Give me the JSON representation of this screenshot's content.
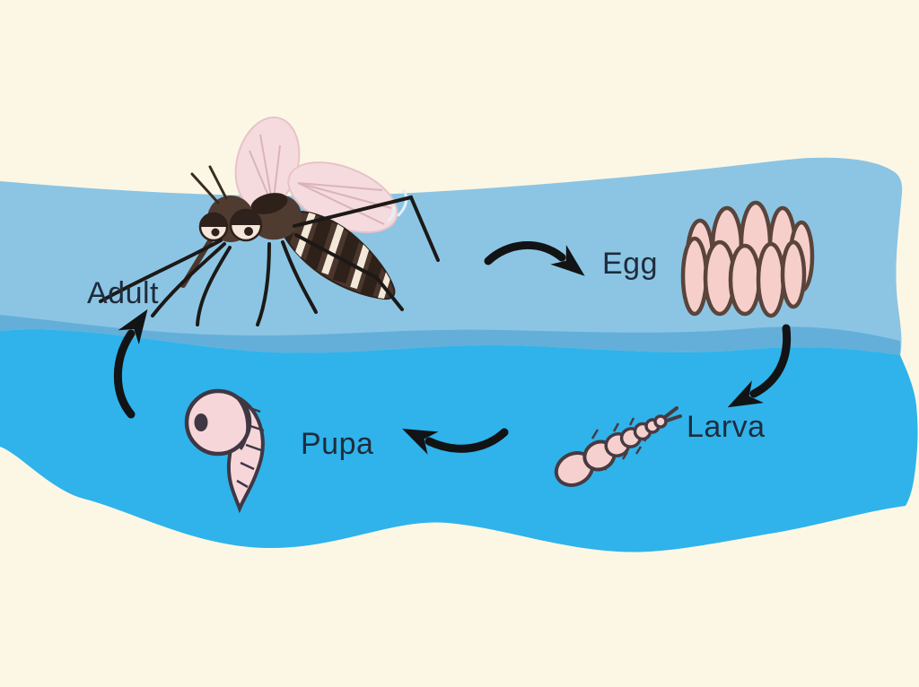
{
  "stages": {
    "adult": {
      "label": "Adult"
    },
    "egg": {
      "label": "Egg"
    },
    "larva": {
      "label": "Larva"
    },
    "pupa": {
      "label": "Pupa"
    }
  },
  "arrows": [
    {
      "name": "arrow-adult-to-egg",
      "from": "Adult",
      "to": "Egg"
    },
    {
      "name": "arrow-egg-to-larva",
      "from": "Egg",
      "to": "Larva"
    },
    {
      "name": "arrow-larva-to-pupa",
      "from": "Larva",
      "to": "Pupa"
    },
    {
      "name": "arrow-pupa-to-adult",
      "from": "Pupa",
      "to": "Adult"
    }
  ],
  "illustrations": [
    "adult-mosquito-illustration",
    "egg-cluster-illustration",
    "larva-illustration",
    "pupa-illustration"
  ],
  "colors": {
    "background": "#FCF7E5",
    "water_light": "#8CC5E4",
    "water_mid": "#63AFD9",
    "water_dark": "#2FB3EA",
    "label_text": "#1E2C3C",
    "arrow": "#121315",
    "egg_pink": "#F6CFCB",
    "outline_brown": "#5A443B",
    "larva_pink": "#F6D0CE",
    "larva_outline": "#473A42",
    "pupa_pink": "#F7D6DA",
    "pupa_outline": "#3F3744",
    "mosquito_body": "#503B31",
    "mosquito_dark": "#2E211A",
    "mosquito_stripe": "#F3E8D8",
    "wing_pink": "#F5DBDE",
    "wing_vein": "#D9B4BA",
    "eye_cream": "#F6E7DA"
  }
}
